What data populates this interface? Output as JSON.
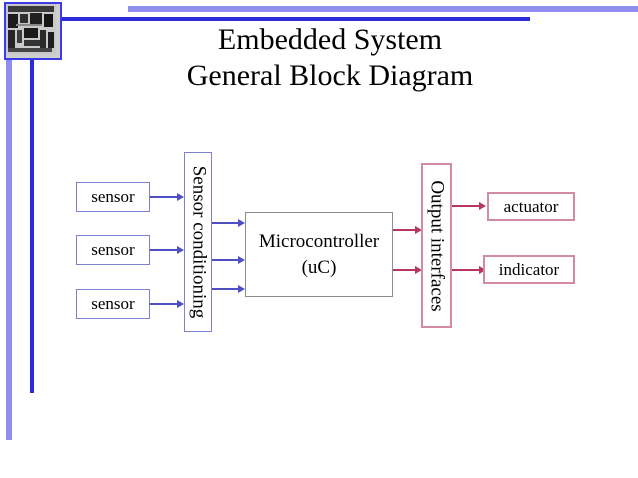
{
  "slide": {
    "title_line1": "Embedded System",
    "title_line2": "General Block Diagram",
    "background_color": "#ffffff"
  },
  "decoration": {
    "thumbnail_name": "circuit-board-thumbnail",
    "rule_light_color": "#8e8eee",
    "rule_dark_color": "#2b2bdd"
  },
  "diagram": {
    "type": "block-diagram",
    "input_blocks": [
      {
        "label": "sensor",
        "border_color": "#8080d0"
      },
      {
        "label": "sensor",
        "border_color": "#8080d0"
      },
      {
        "label": "sensor",
        "border_color": "#8080d0"
      }
    ],
    "conditioning_block": {
      "label": "Sensor conditioning",
      "orientation": "vertical",
      "border_color": "#8080d0"
    },
    "processor_block": {
      "label_line1": "Microcontroller",
      "label_line2": "(uC)",
      "border_color": "#8c8c8c"
    },
    "output_interface_block": {
      "label": "Output interfaces",
      "orientation": "vertical",
      "border_color": "#d38ba2"
    },
    "output_blocks": [
      {
        "label": "actuator",
        "border_color": "#d38ba2"
      },
      {
        "label": "indicator",
        "border_color": "#d38ba2"
      }
    ],
    "connector_colors": {
      "input_side": "#4f4fc4",
      "output_side": "#b5365e"
    }
  }
}
